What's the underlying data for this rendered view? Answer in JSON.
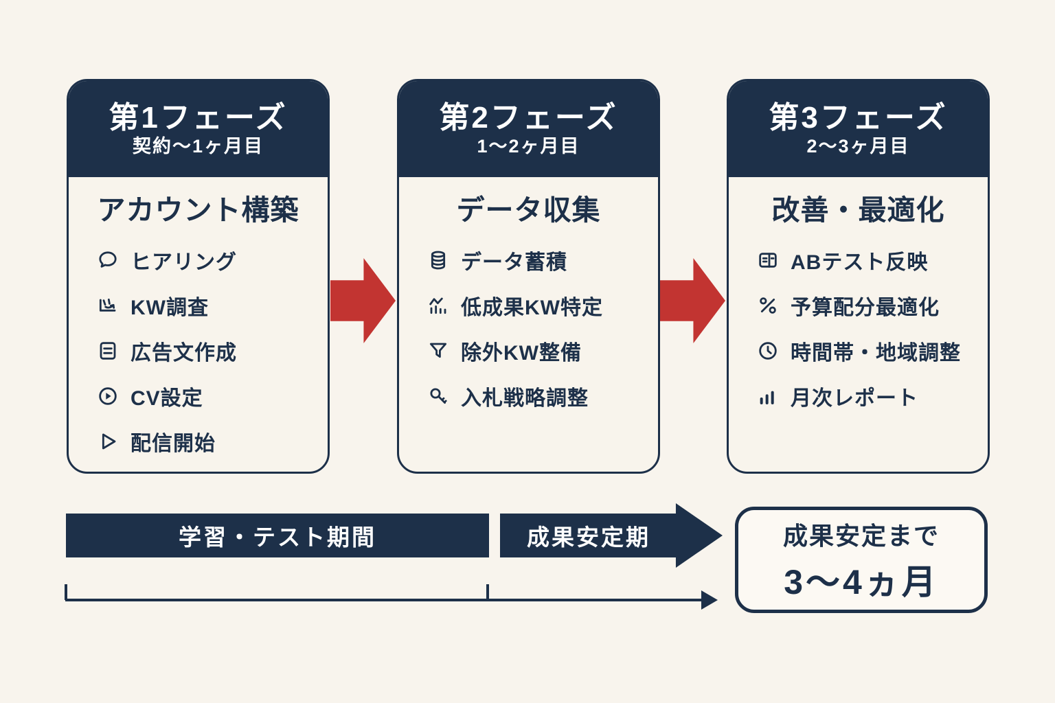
{
  "colors": {
    "background": "#F8F4ED",
    "navy": "#1D3049",
    "red": "#C23431",
    "card_body": "#F8F4EC",
    "summary_box_bg": "#FCF9F3",
    "white": "#FFFFFF"
  },
  "phases": [
    {
      "title": "第1フェーズ",
      "period": "契約〜1ヶ月目",
      "heading": "アカウント構築",
      "items": [
        {
          "icon": "speech-bubble-icon",
          "label": "ヒアリング"
        },
        {
          "icon": "keyword-research-icon",
          "label": "KW調査"
        },
        {
          "icon": "ad-copy-document-icon",
          "label": "広告文作成"
        },
        {
          "icon": "play-circle-icon",
          "label": "CV設定"
        },
        {
          "icon": "play-outline-icon",
          "label": "配信開始"
        }
      ]
    },
    {
      "title": "第2フェーズ",
      "period": "1〜2ヶ月目",
      "heading": "データ収集",
      "items": [
        {
          "icon": "database-icon",
          "label": "データ蓄積"
        },
        {
          "icon": "declining-chart-icon",
          "label": "低成果KW特定"
        },
        {
          "icon": "funnel-icon",
          "label": "除外KW整備"
        },
        {
          "icon": "key-icon",
          "label": "入札戦略調整"
        }
      ]
    },
    {
      "title": "第3フェーズ",
      "period": "2〜3ヶ月目",
      "heading": "改善・最適化",
      "items": [
        {
          "icon": "ab-test-icon",
          "label": "ABテスト反映"
        },
        {
          "icon": "percent-icon",
          "label": "予算配分最適化"
        },
        {
          "icon": "clock-icon",
          "label": "時間帯・地域調整"
        },
        {
          "icon": "bar-chart-icon",
          "label": "月次レポート"
        }
      ]
    }
  ],
  "timeline": {
    "bar1_label": "学習・テスト期間",
    "bar2_label": "成果安定期",
    "summary_line1": "成果安定まで",
    "summary_line2": "3〜4ヵ月"
  }
}
